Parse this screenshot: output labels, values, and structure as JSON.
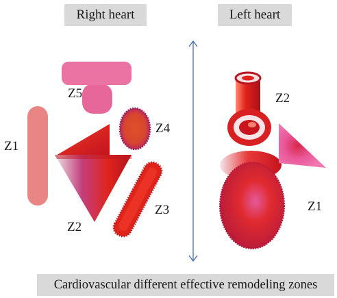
{
  "headers": {
    "right_heart": "Right heart",
    "left_heart": "Left heart"
  },
  "right_heart_zones": {
    "z5": "Z5",
    "z4": "Z4",
    "z1": "Z1",
    "z3": "Z3",
    "z2": "Z2"
  },
  "left_heart_zones": {
    "z2": "Z2",
    "z1": "Z1"
  },
  "caption": "Cardiovascular different effective remodeling zones",
  "colors": {
    "label_background": "#d9d9d9",
    "divider_arrow": "#3b5fae",
    "pink": "#e8679b",
    "salmon": "#e98683",
    "red": "#e0231b",
    "dark_red": "#a8101a",
    "magenta": "#c2407d"
  }
}
